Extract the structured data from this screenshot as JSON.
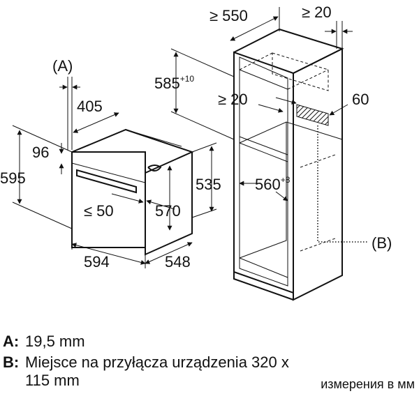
{
  "dimensions": {
    "oven_width": "594",
    "oven_depth": "548",
    "oven_height": "595",
    "front_panel_height": "96",
    "body_depth": "405",
    "body_height": "535",
    "inner_height": "570",
    "bottom_gap": "≤ 50",
    "niche_depth": "≥ 550",
    "rear_gap": "≥ 20",
    "niche_width": "560",
    "niche_width_tol": "+8",
    "niche_height": "585",
    "niche_height_tol": "+10",
    "vent_gap": "≥ 20",
    "vent_depth": "60"
  },
  "markers": {
    "a": "(A)",
    "b": "(B)"
  },
  "legend": [
    {
      "key": "A:",
      "text": "19,5 mm",
      "cont": ""
    },
    {
      "key": "B:",
      "text": "Miejsce na przyłącza urządzenia 320 x",
      "cont": "115 mm"
    }
  ],
  "units_note": "измерения в мм"
}
